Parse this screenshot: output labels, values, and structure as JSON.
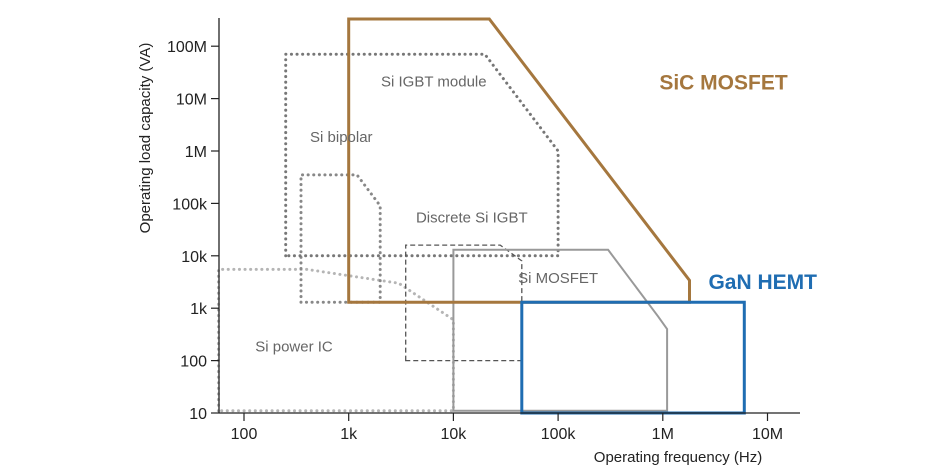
{
  "chart_data": {
    "type": "area",
    "xlabel": "Operating frequency (Hz)",
    "ylabel": "Operating load capacity (VA)",
    "x_scale": "log",
    "y_scale": "log",
    "xlim": [
      60,
      15000000
    ],
    "ylim": [
      10,
      600000000
    ],
    "x_ticks": [
      {
        "value": 100,
        "label": "100"
      },
      {
        "value": 1000,
        "label": "1k"
      },
      {
        "value": 10000,
        "label": "10k"
      },
      {
        "value": 100000,
        "label": "100k"
      },
      {
        "value": 1000000,
        "label": "1M"
      },
      {
        "value": 10000000,
        "label": "10M"
      }
    ],
    "y_ticks": [
      {
        "value": 10,
        "label": "10"
      },
      {
        "value": 100,
        "label": "100"
      },
      {
        "value": 1000,
        "label": "1k"
      },
      {
        "value": 10000,
        "label": "10k"
      },
      {
        "value": 100000,
        "label": "100k"
      },
      {
        "value": 1000000,
        "label": "1M"
      },
      {
        "value": 10000000,
        "label": "10M"
      },
      {
        "value": 100000000,
        "label": "100M"
      }
    ],
    "grid": false,
    "legend": "none",
    "regions": [
      {
        "name": "Si power IC",
        "color": "#b5b5b5",
        "style": "dotted",
        "label_at": [
          300,
          150
        ],
        "points": [
          [
            57,
            11
          ],
          [
            57,
            5500
          ],
          [
            400,
            5500
          ],
          [
            3000,
            3000
          ],
          [
            10000,
            600
          ],
          [
            10000,
            11
          ]
        ]
      },
      {
        "name": "Si bipolar",
        "color": "#888888",
        "style": "dotted",
        "label_at": [
          850,
          1500000
        ],
        "points": [
          [
            350,
            1300
          ],
          [
            350,
            350000
          ],
          [
            1200,
            350000
          ],
          [
            2000,
            90000
          ],
          [
            2000,
            1300
          ]
        ]
      },
      {
        "name": "Si IGBT module",
        "color": "#777777",
        "style": "dotted",
        "label_at": [
          6500,
          17000000
        ],
        "points": [
          [
            250,
            10000
          ],
          [
            250,
            70000000
          ],
          [
            20000,
            70000000
          ],
          [
            100000,
            1000000
          ],
          [
            100000,
            10000
          ]
        ]
      },
      {
        "name": "Discrete Si IGBT",
        "color": "#555555",
        "style": "dashed",
        "label_at": [
          15000,
          43000
        ],
        "points": [
          [
            3500,
            100
          ],
          [
            3500,
            16000
          ],
          [
            28000,
            16000
          ],
          [
            45000,
            8000
          ],
          [
            45000,
            100
          ]
        ]
      },
      {
        "name": "Si MOSFET",
        "color": "#999999",
        "style": "solid",
        "label_at": [
          100000,
          3000
        ],
        "points": [
          [
            10000,
            11
          ],
          [
            10000,
            13000
          ],
          [
            300000,
            13000
          ],
          [
            900000,
            700
          ],
          [
            1100000,
            400
          ],
          [
            1100000,
            11
          ]
        ]
      },
      {
        "name": "SiC MOSFET",
        "color": "#a5773e",
        "style": "solid",
        "bold": true,
        "label_at": [
          3800000,
          15000000
        ],
        "points": [
          [
            1000,
            1300
          ],
          [
            1000,
            330000000
          ],
          [
            22000,
            330000000
          ],
          [
            1800000,
            3400
          ],
          [
            1800000,
            1300
          ]
        ]
      },
      {
        "name": "GaN HEMT",
        "color": "#1f6db2",
        "style": "solid",
        "bold": true,
        "label_at": [
          9000000,
          2300
        ],
        "points": [
          [
            45000,
            10
          ],
          [
            45000,
            1300
          ],
          [
            6000000,
            1300
          ],
          [
            6000000,
            10
          ]
        ]
      }
    ]
  }
}
